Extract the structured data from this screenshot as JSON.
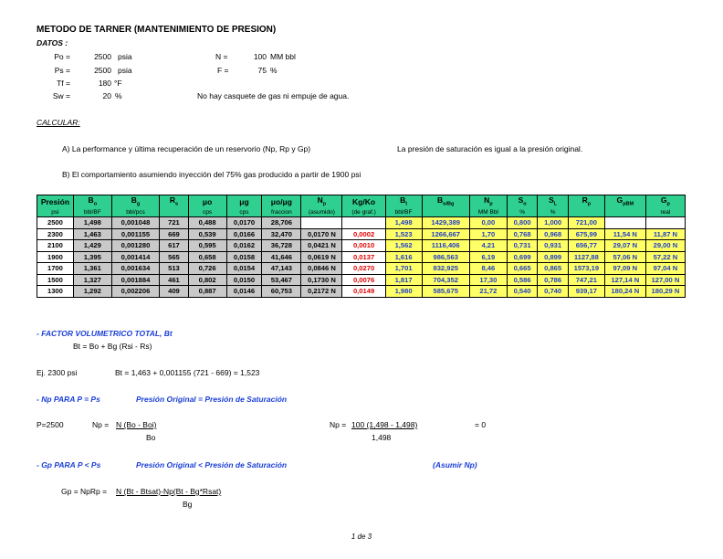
{
  "title": "METODO DE TARNER (MANTENIMIENTO DE PRESION)",
  "datos_label": "DATOS :",
  "datos": [
    {
      "label": "Po =",
      "value": "2500",
      "unit": "psia"
    },
    {
      "label": "Ps =",
      "value": "2500",
      "unit": "psia"
    },
    {
      "label": "Tf =",
      "value": "180",
      "unit": "°F"
    },
    {
      "label": "Sw =",
      "value": "20",
      "unit": "%"
    }
  ],
  "datos_right": [
    {
      "label": "N =",
      "value": "100",
      "unit": "MM bbl"
    },
    {
      "label": "F =",
      "value": "75",
      "unit": "%"
    }
  ],
  "note_gas": "No hay casquete de gas ni empuje de agua.",
  "calcular_label": "CALCULAR:",
  "item_a": "A)  La performance y última recuperación de un reservorio (Np, Rp y Gp)",
  "item_a_note": "La presión de saturación es igual a la presión original.",
  "item_b": "B)  El comportamiento asumiendo inyección del 75% gas producido a partir de 1900 psi",
  "table": {
    "headers": [
      {
        "main": "Presión",
        "sub": ""
      },
      {
        "main": "B",
        "sub": "o"
      },
      {
        "main": "B",
        "sub": "g"
      },
      {
        "main": "R",
        "sub": "s"
      },
      {
        "main": "μo",
        "sub": ""
      },
      {
        "main": "μg",
        "sub": ""
      },
      {
        "main": "μo/μg",
        "sub": ""
      },
      {
        "main": "N",
        "sub": "p"
      },
      {
        "main": "Kg/Ko",
        "sub": ""
      },
      {
        "main": "B",
        "sub": "t"
      },
      {
        "main": "B",
        "sub": "o/Bg"
      },
      {
        "main": "N",
        "sub": "p"
      },
      {
        "main": "S",
        "sub": "o"
      },
      {
        "main": "S",
        "sub": "L"
      },
      {
        "main": "R",
        "sub": "p"
      },
      {
        "main": "G",
        "sub": "pBM"
      },
      {
        "main": "G",
        "sub": "p"
      }
    ],
    "units": [
      "psi",
      "bbl/BF",
      "bbl/pcs",
      "",
      "cps",
      "cps",
      "fraccion",
      "(asumido)",
      "(de graf.)",
      "bbl/BF",
      "",
      "MM Bbl",
      "%",
      "%",
      "",
      "",
      "real"
    ],
    "rows": [
      [
        "2500",
        "1,498",
        "0,001048",
        "721",
        "0,488",
        "0,0170",
        "28,706",
        "",
        "",
        "1,498",
        "1429,389",
        "0,00",
        "0,800",
        "1,000",
        "721,00",
        "",
        ""
      ],
      [
        "2300",
        "1,463",
        "0,001155",
        "669",
        "0,539",
        "0,0166",
        "32,470",
        "0,0170 N",
        "0,0002",
        "1,523",
        "1266,667",
        "1,70",
        "0,768",
        "0,968",
        "675,99",
        "11,54 N",
        "11,87 N"
      ],
      [
        "2100",
        "1,429",
        "0,001280",
        "617",
        "0,595",
        "0,0162",
        "36,728",
        "0,0421 N",
        "0,0010",
        "1,562",
        "1116,406",
        "4,21",
        "0,731",
        "0,931",
        "656,77",
        "29,07 N",
        "29,00 N"
      ],
      [
        "1900",
        "1,395",
        "0,001414",
        "565",
        "0,658",
        "0,0158",
        "41,646",
        "0,0619 N",
        "0,0137",
        "1,616",
        "986,563",
        "6,19",
        "0,699",
        "0,899",
        "1127,88",
        "57,06 N",
        "57,22 N"
      ],
      [
        "1700",
        "1,361",
        "0,001634",
        "513",
        "0,726",
        "0,0154",
        "47,143",
        "0,0846 N",
        "0,0270",
        "1,701",
        "832,925",
        "8,46",
        "0,665",
        "0,865",
        "1573,19",
        "97,09 N",
        "97,04 N"
      ],
      [
        "1500",
        "1,327",
        "0,001884",
        "461",
        "0,802",
        "0,0150",
        "53,467",
        "0,1730 N",
        "0,0076",
        "1,817",
        "704,352",
        "17,30",
        "0,586",
        "0,786",
        "747,21",
        "127,14 N",
        "127,00 N"
      ],
      [
        "1300",
        "1,292",
        "0,002206",
        "409",
        "0,887",
        "0,0146",
        "60,753",
        "0,2172 N",
        "0,0149",
        "1,980",
        "585,675",
        "21,72",
        "0,540",
        "0,740",
        "939,17",
        "180,24 N",
        "180,29 N"
      ]
    ],
    "colors": {
      "header": "#2ecf8f",
      "yellow": "#ffff66",
      "gray": "#c9c9c9",
      "red_text": "#e00000",
      "blue_text": "#1f3fc8"
    }
  },
  "sec_bt": "- FACTOR VOLUMETRICO TOTAL, Bt",
  "bt_formula": "Bt =  Bo + Bg (Rsi - Rs)",
  "bt_example_label": "Ej. 2300 psi",
  "bt_example": "Bt =  1,463 + 0,001155 (721 - 669) = 1,523",
  "sec_np": "- Np PARA P = Ps",
  "sec_np_note": "Presión Original = Presión de Saturación",
  "np_p": "P=2500",
  "np_lhs": "Np =",
  "np_num": "N (Bo - Boi)",
  "np_den": "Bo",
  "np2_lhs": "Np =",
  "np2_num": "100 (1,498 - 1,498)",
  "np2_den": "1,498",
  "np2_result": "=  0",
  "sec_gp": "- Gp PARA P < Ps",
  "sec_gp_note": "Presión Original < Presión de Saturación",
  "sec_gp_assume": "(Asumir Np)",
  "gp_lhs": "Gp = NpRp =",
  "gp_num": "N (Bt - Btsat)-Np(Bt - Bg*Rsat)",
  "gp_den": "Bg",
  "page_footer": "1 de 3"
}
